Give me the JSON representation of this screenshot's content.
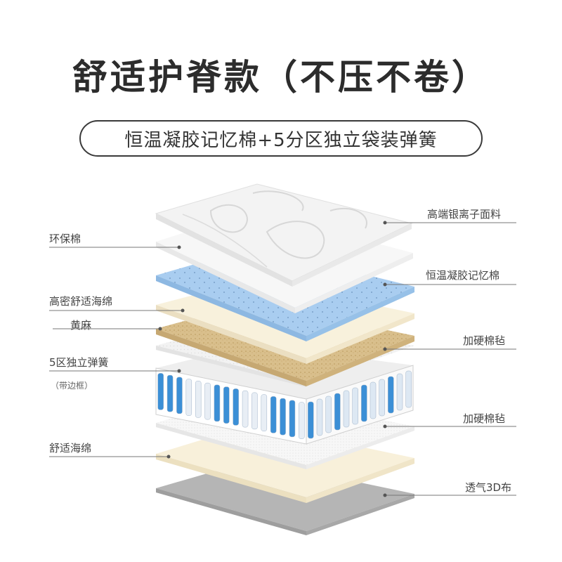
{
  "header": {
    "title": "舒适护脊款（不压不卷）",
    "subtitle": "恒温凝胶记忆棉+5分区独立袋装弹簧"
  },
  "layers_left": [
    {
      "key": "eco_cotton",
      "label": "环保棉"
    },
    {
      "key": "hd_foam",
      "label": "高密舒适海绵"
    },
    {
      "key": "jute",
      "label": "黄麻"
    },
    {
      "key": "springs",
      "label": "5区独立弹簧"
    },
    {
      "key": "springs_note",
      "label": "（带边框）"
    },
    {
      "key": "comfort_foam",
      "label": "舒适海绵"
    }
  ],
  "layers_right": [
    {
      "key": "fabric",
      "label": "高端银离子面料"
    },
    {
      "key": "gel_foam",
      "label": "恒温凝胶记忆棉"
    },
    {
      "key": "felt_top",
      "label": "加硬棉毡"
    },
    {
      "key": "felt_bottom",
      "label": "加硬棉毡"
    },
    {
      "key": "mesh_3d",
      "label": "透气3D布"
    }
  ],
  "colors": {
    "gel_layer": "#a9cdf0",
    "jute_layer": "#d9bf8c",
    "cream_layer": "#f7efd8",
    "white_layer": "#f4f4f4",
    "base_layer": "#b7b7b7",
    "spring_blue": "#3b8fd6",
    "line": "#777777"
  }
}
